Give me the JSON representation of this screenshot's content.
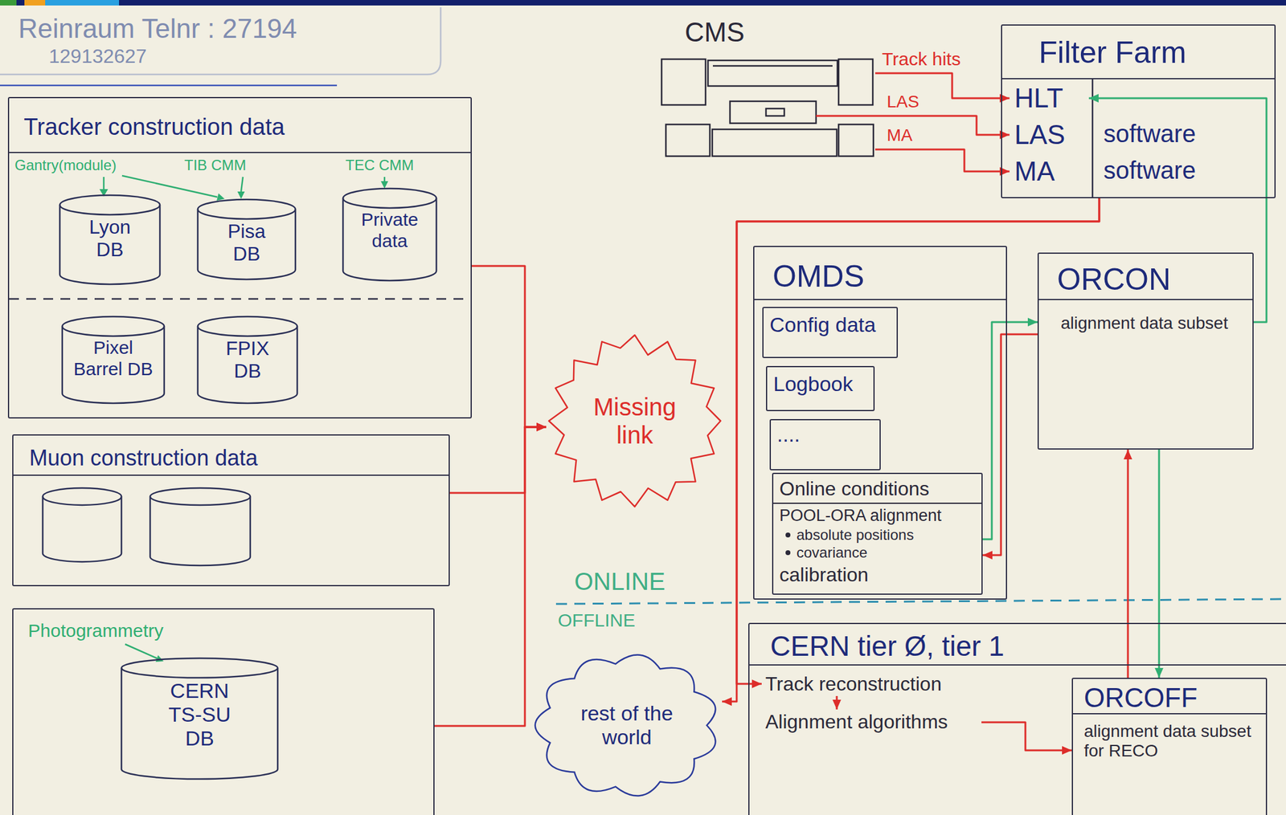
{
  "diagram": {
    "nodes": [
      {
        "text": [
          "Tracker construction data"
        ]
      },
      {
        "text": [
          "Lyon DB"
        ],
        "in": 0
      },
      {
        "text": [
          "Pisa DB"
        ],
        "in": 0
      },
      {
        "text": [
          "Private data"
        ],
        "in": 0
      },
      {
        "text": [
          "Pixel Barrel DB"
        ],
        "in": 0
      },
      {
        "text": [
          "FPIX DB"
        ],
        "in": 0
      },
      {
        "text": [
          "Muon construction data"
        ]
      },
      {
        "text": [
          "Photogrammetry"
        ]
      },
      {
        "text": [
          "CERN TS-SU DB"
        ],
        "in": 7
      },
      {
        "text": [
          "CMS"
        ]
      },
      {
        "text": [
          "Filter Farm"
        ]
      },
      {
        "text": [
          "HLT"
        ],
        "in": 10
      },
      {
        "text": [
          "LAS"
        ],
        "in": 10
      },
      {
        "text": [
          "MA"
        ],
        "in": 10
      },
      {
        "text": [
          "Missing link"
        ]
      },
      {
        "text": [
          "OMDS"
        ]
      },
      {
        "text": [
          "Config data"
        ],
        "in": 15
      },
      {
        "text": [
          "Logbook"
        ],
        "in": 15
      },
      {
        "text": [
          "...."
        ],
        "in": 15
      },
      {
        "text": [
          "Online conditions",
          "POOL-ORA alignment",
          "absolute positions",
          "covariance",
          "calibration"
        ],
        "in": 15
      },
      {
        "text": [
          "ORCON",
          "alignment data subset"
        ]
      },
      {
        "text": [
          "rest of the world"
        ]
      },
      {
        "text": [
          "CERN tier Ø, tier 1"
        ]
      },
      {
        "text": [
          "Track reconstruction"
        ],
        "in": 22
      },
      {
        "text": [
          "Alignment algorithms"
        ],
        "in": 22
      },
      {
        "text": [
          "ORCOFF",
          "alignment data subset for RECO"
        ],
        "in": 22
      }
    ],
    "edges": [
      {
        "from": 0,
        "to": 14,
        "arrow": "to"
      },
      {
        "from": 6,
        "to": 14,
        "arrow": "to"
      },
      {
        "from": 7,
        "to": 14,
        "arrow": "to"
      },
      {
        "from": 9,
        "to": 11,
        "label": "Track hits",
        "arrow": "to"
      },
      {
        "from": 9,
        "to": 12,
        "label": "LAS",
        "arrow": "to"
      },
      {
        "from": 9,
        "to": 13,
        "label": "MA",
        "arrow": "to"
      },
      {
        "from": 10,
        "to": 23,
        "arrow": "to"
      },
      {
        "from": 10,
        "to": 21,
        "arrow": "to"
      },
      {
        "from": 19,
        "to": 20,
        "arrow": "to"
      },
      {
        "from": 20,
        "to": 19,
        "arrow": "to"
      },
      {
        "from": 20,
        "to": 11,
        "arrow": "to"
      },
      {
        "from": 20,
        "to": 25,
        "arrow": "to"
      },
      {
        "from": 25,
        "to": 20,
        "arrow": "to"
      },
      {
        "from": 23,
        "to": 24,
        "arrow": "to"
      },
      {
        "from": 24,
        "to": 25,
        "arrow": "to"
      }
    ],
    "labels": [
      "Reinraum Telnr : 27194",
      "129132627",
      "Gantry(module)",
      "TIB CMM",
      "TEC CMM",
      "software",
      "software",
      "ONLINE",
      "OFFLINE"
    ]
  }
}
